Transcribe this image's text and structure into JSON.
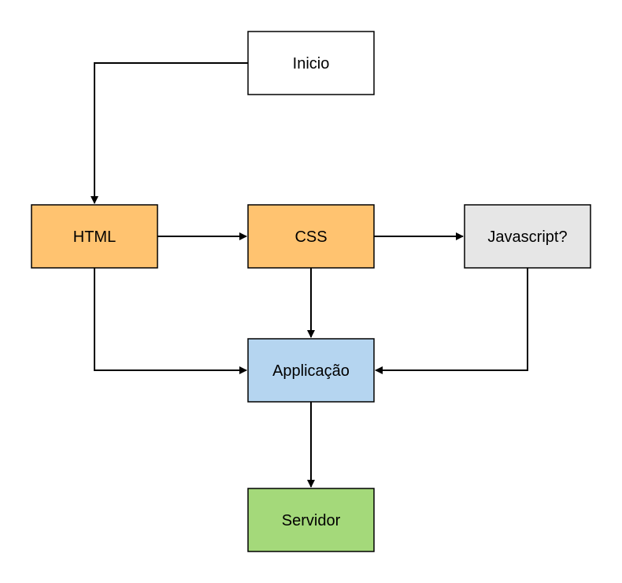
{
  "nodes": [
    {
      "id": "inicio",
      "label": "Inicio",
      "fill": "#ffffff"
    },
    {
      "id": "html",
      "label": "HTML",
      "fill": "#ffc370"
    },
    {
      "id": "css",
      "label": "CSS",
      "fill": "#ffc370"
    },
    {
      "id": "javascript",
      "label": "Javascript?",
      "fill": "#e6e6e6"
    },
    {
      "id": "applicacao",
      "label": "Applicação",
      "fill": "#b5d5f0"
    },
    {
      "id": "servidor",
      "label": "Servidor",
      "fill": "#a4d97a"
    }
  ],
  "edges": [
    {
      "from": "inicio",
      "to": "html"
    },
    {
      "from": "html",
      "to": "css"
    },
    {
      "from": "css",
      "to": "javascript"
    },
    {
      "from": "css",
      "to": "applicacao"
    },
    {
      "from": "html",
      "to": "applicacao"
    },
    {
      "from": "javascript",
      "to": "applicacao"
    },
    {
      "from": "applicacao",
      "to": "servidor"
    }
  ]
}
